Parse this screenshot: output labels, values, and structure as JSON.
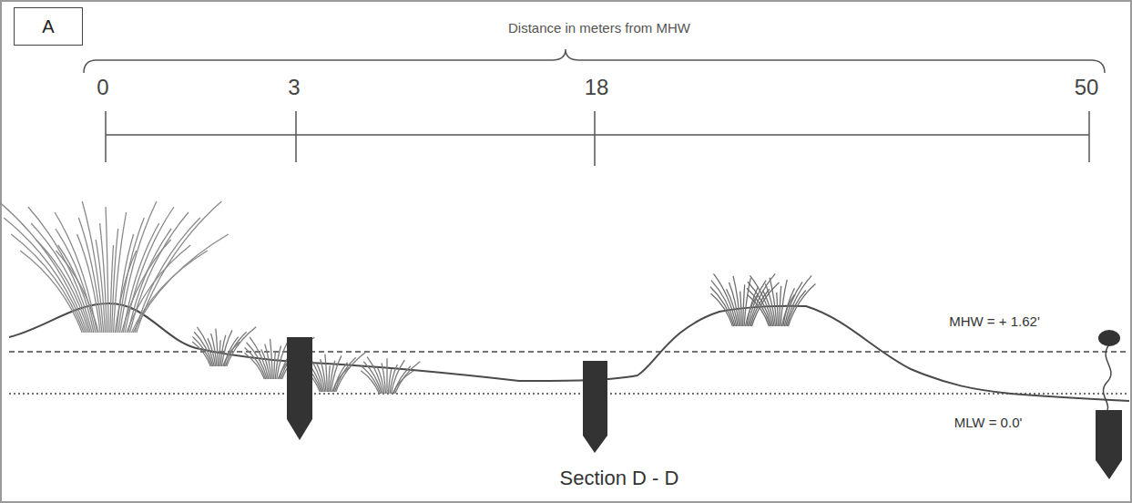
{
  "diagram": {
    "nodes": [
      {
        "text": [
          "A"
        ]
      }
    ],
    "labels": [
      "Distance in meters from MHW",
      "0",
      "3",
      "18",
      "50",
      "MHW = + 1.62'",
      "MLW = 0.0'",
      "Section D - D"
    ]
  }
}
